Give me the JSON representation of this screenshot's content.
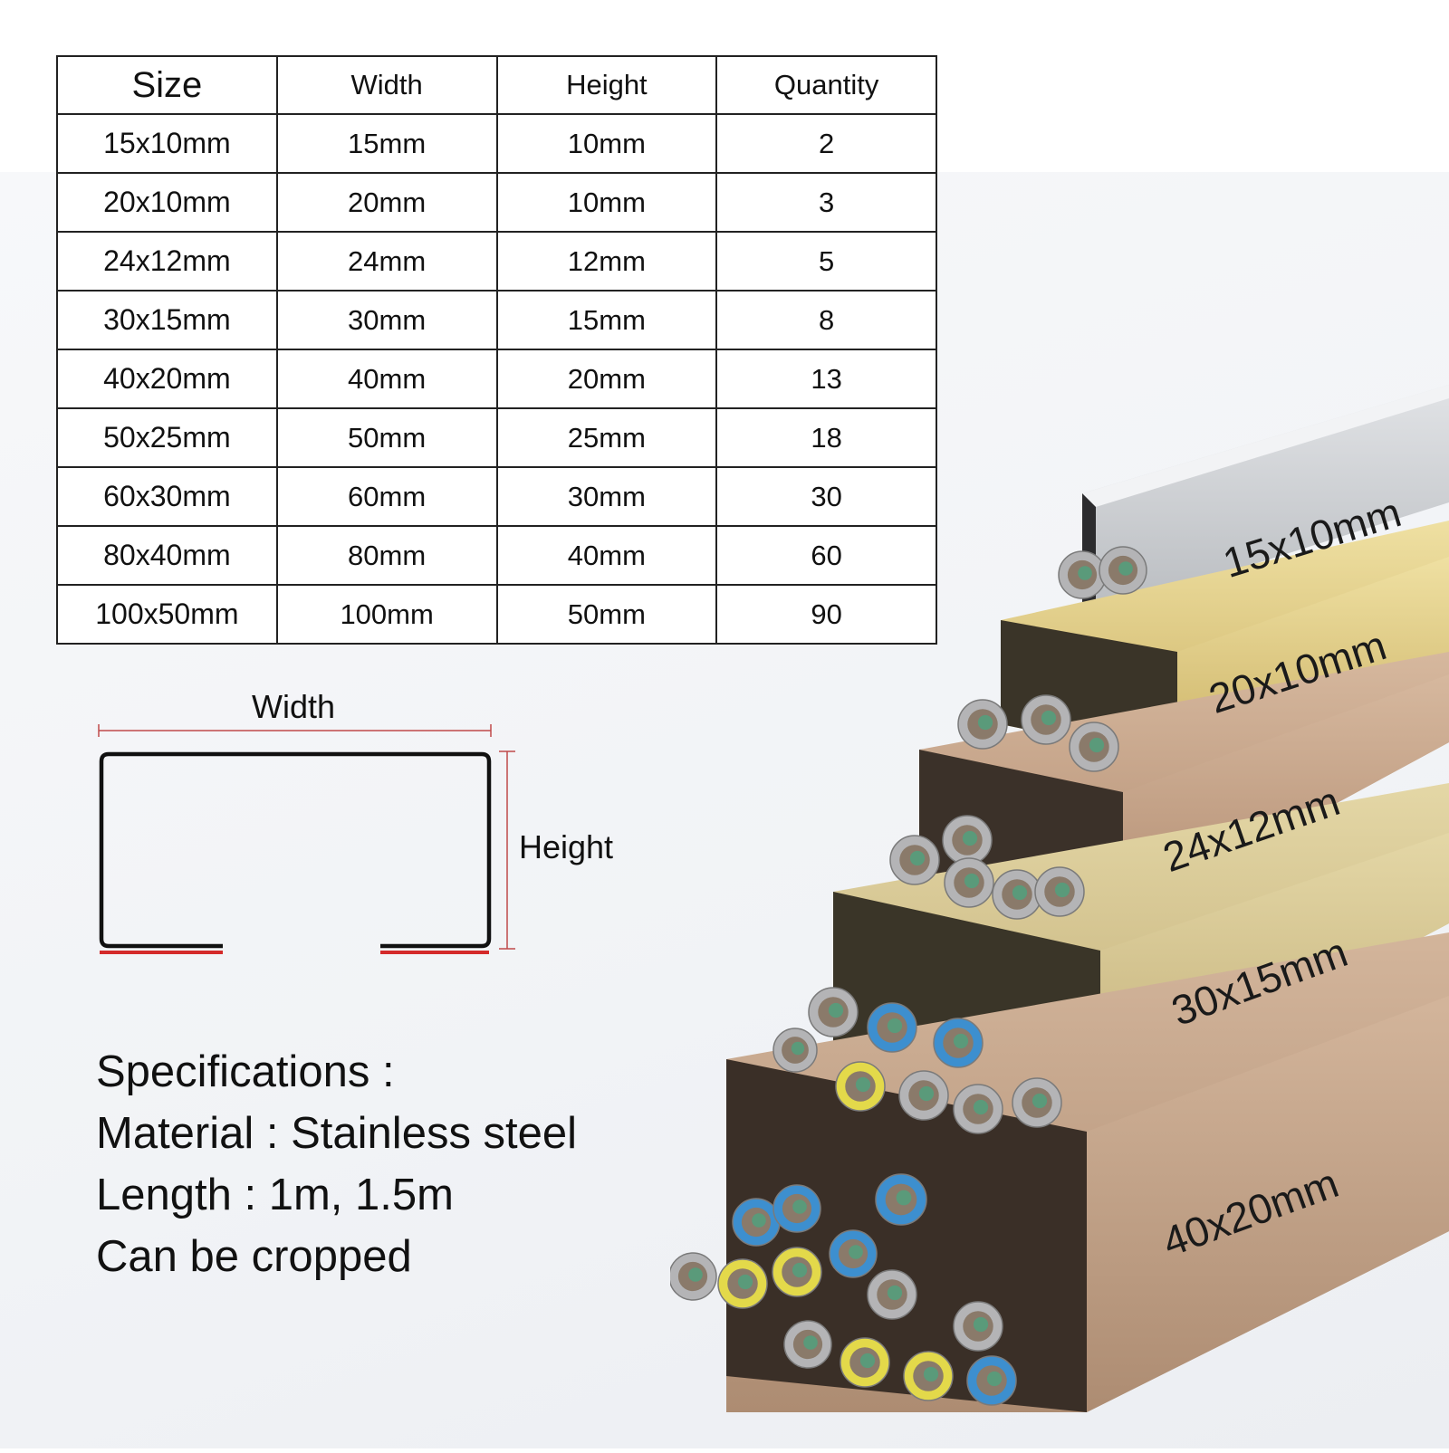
{
  "table": {
    "headers": [
      "Size",
      "Width",
      "Height",
      "Quantity"
    ],
    "rows": [
      [
        "15x10mm",
        "15mm",
        "10mm",
        "2"
      ],
      [
        "20x10mm",
        "20mm",
        "10mm",
        "3"
      ],
      [
        "24x12mm",
        "24mm",
        "12mm",
        "5"
      ],
      [
        "30x15mm",
        "30mm",
        "15mm",
        "8"
      ],
      [
        "40x20mm",
        "40mm",
        "20mm",
        "13"
      ],
      [
        "50x25mm",
        "50mm",
        "25mm",
        "18"
      ],
      [
        "60x30mm",
        "60mm",
        "30mm",
        "30"
      ],
      [
        "80x40mm",
        "80mm",
        "40mm",
        "60"
      ],
      [
        "100x50mm",
        "100mm",
        "50mm",
        "90"
      ]
    ]
  },
  "diagram": {
    "width_label": "Width",
    "height_label": "Height"
  },
  "specs": {
    "title": "Specifications :",
    "material": "Material : Stainless steel",
    "length": "Length : 1m, 1.5m",
    "note": "Can be cropped"
  },
  "product_labels": [
    "15x10mm",
    "20x10mm",
    "24x12mm",
    "30x15mm",
    "40x20mm"
  ],
  "colors": {
    "silver": "#c4c6c9",
    "gold": "#d8c27a",
    "bronze": "#c4a184",
    "champagne": "#cfc08c",
    "copper": "#bf9f84",
    "cable_grey": "#b4b4b6",
    "cable_blue": "#3d8fcf",
    "cable_yellow": "#e3d94a",
    "diagram_accent": "#d42a2a"
  }
}
